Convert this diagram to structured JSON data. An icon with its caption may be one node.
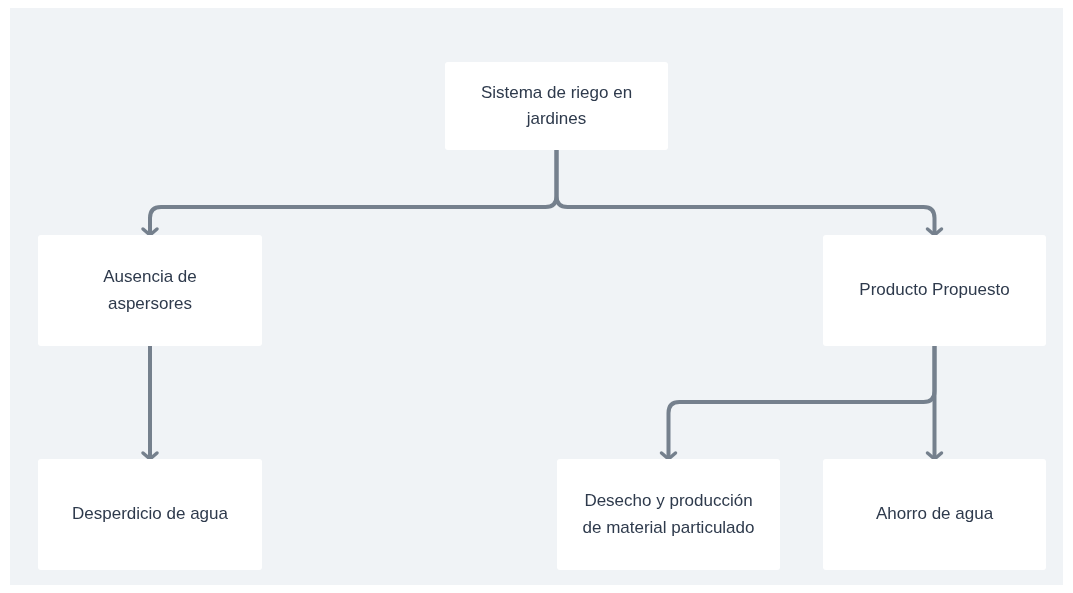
{
  "diagram": {
    "nodes": [
      {
        "text": [
          "Sistema de riego en jardines"
        ]
      },
      {
        "text": [
          "Ausencia de aspersores"
        ]
      },
      {
        "text": [
          "Producto Propuesto"
        ]
      },
      {
        "text": [
          "Desperdicio de agua"
        ]
      },
      {
        "text": [
          "Desecho y producción de material particulado"
        ]
      },
      {
        "text": [
          "Ahorro de agua"
        ]
      }
    ],
    "edges": [
      {
        "from": 0,
        "to": 1,
        "arrow": "to"
      },
      {
        "from": 0,
        "to": 2,
        "arrow": "to"
      },
      {
        "from": 1,
        "to": 3,
        "arrow": "to"
      },
      {
        "from": 2,
        "to": 4,
        "arrow": "to"
      },
      {
        "from": 2,
        "to": 5,
        "arrow": "to"
      }
    ]
  }
}
